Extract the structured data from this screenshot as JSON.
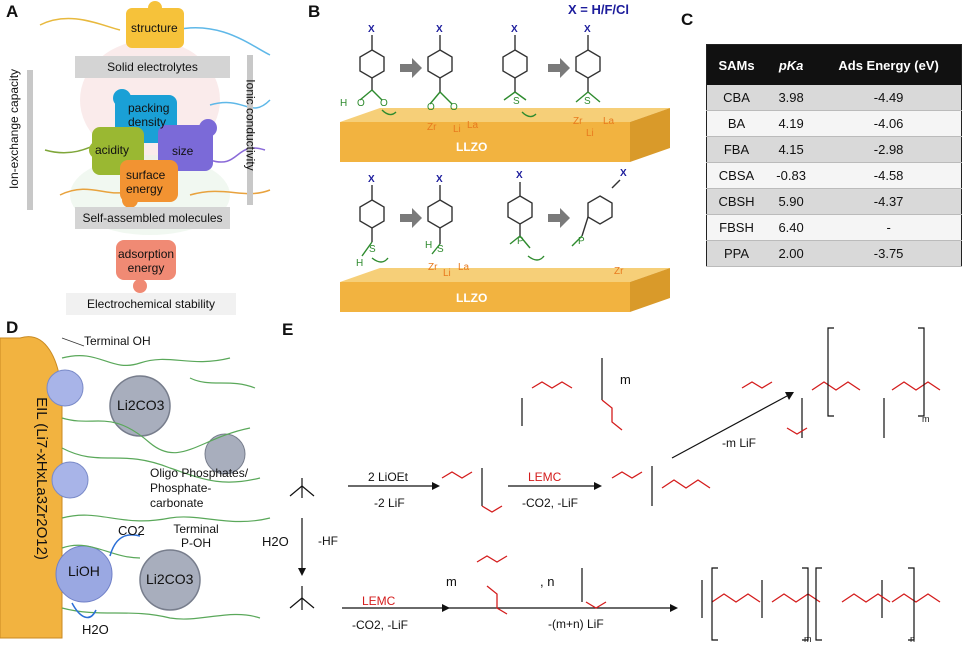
{
  "panels": {
    "a": "A",
    "b": "B",
    "c": "C",
    "d": "D",
    "e": "E"
  },
  "panel_a": {
    "top_piece": "structure",
    "bar1": "Solid electrolytes",
    "left_axis": "Ion-exchange capacity",
    "right_axis": "Ionic conductivity",
    "pieces": [
      "packing density",
      "acidity",
      "size",
      "surface energy"
    ],
    "bar2": "Self-assembled molecules",
    "bottom_piece": "adsorption energy",
    "bar3": "Electrochemical stability"
  },
  "panel_b": {
    "legend": "X = H/F/Cl",
    "substrate": "LLZO",
    "atom_x": "X",
    "atoms": [
      "O",
      "H",
      "S",
      "P",
      "Zr",
      "Li",
      "La"
    ]
  },
  "table_c": {
    "headers": [
      "SAMs",
      "pKa",
      "Ads Energy (eV)"
    ],
    "rows": [
      [
        "CBA",
        "3.98",
        "-4.49"
      ],
      [
        "BA",
        "4.19",
        "-4.06"
      ],
      [
        "FBA",
        "4.15",
        "-2.98"
      ],
      [
        "CBSA",
        "-0.83",
        "-4.58"
      ],
      [
        "CBSH",
        "5.90",
        "-4.37"
      ],
      [
        "FBSH",
        "6.40",
        "-"
      ],
      [
        "PPA",
        "2.00",
        "-3.75"
      ]
    ]
  },
  "panel_d": {
    "eil_label": "EIL (Li7-xHxLa3Zr2O12)",
    "terminal_oh": "Terminal OH",
    "li2co3": "Li2CO3",
    "oligo": "Oligo Phosphates/ Phosphate-carbonate",
    "terminal_poh": "Terminal P-OH",
    "co2": "CO2",
    "lioh": "LiOH",
    "h2o": "H2O"
  },
  "panel_e": {
    "step1_top": "2 LiOEt",
    "step1_bot": "-2 LiF",
    "lemc1": "LEMC",
    "lemc1_bot": "-CO2, -LiF",
    "step3": "-m LiF",
    "m": "m",
    "n": "n",
    "h2o": "H2O",
    "minus_hf": "-HF",
    "lemc2": "LEMC",
    "lemc2_bot": "-CO2, -LiF",
    "final": "-(m+n) LiF",
    "comma_n": ", n"
  },
  "colors": {
    "gold": "#f2b340",
    "green": "#2e8b2e",
    "navy": "#1c1c9c",
    "red": "#d41c1c",
    "orange": "#e87a1e"
  }
}
